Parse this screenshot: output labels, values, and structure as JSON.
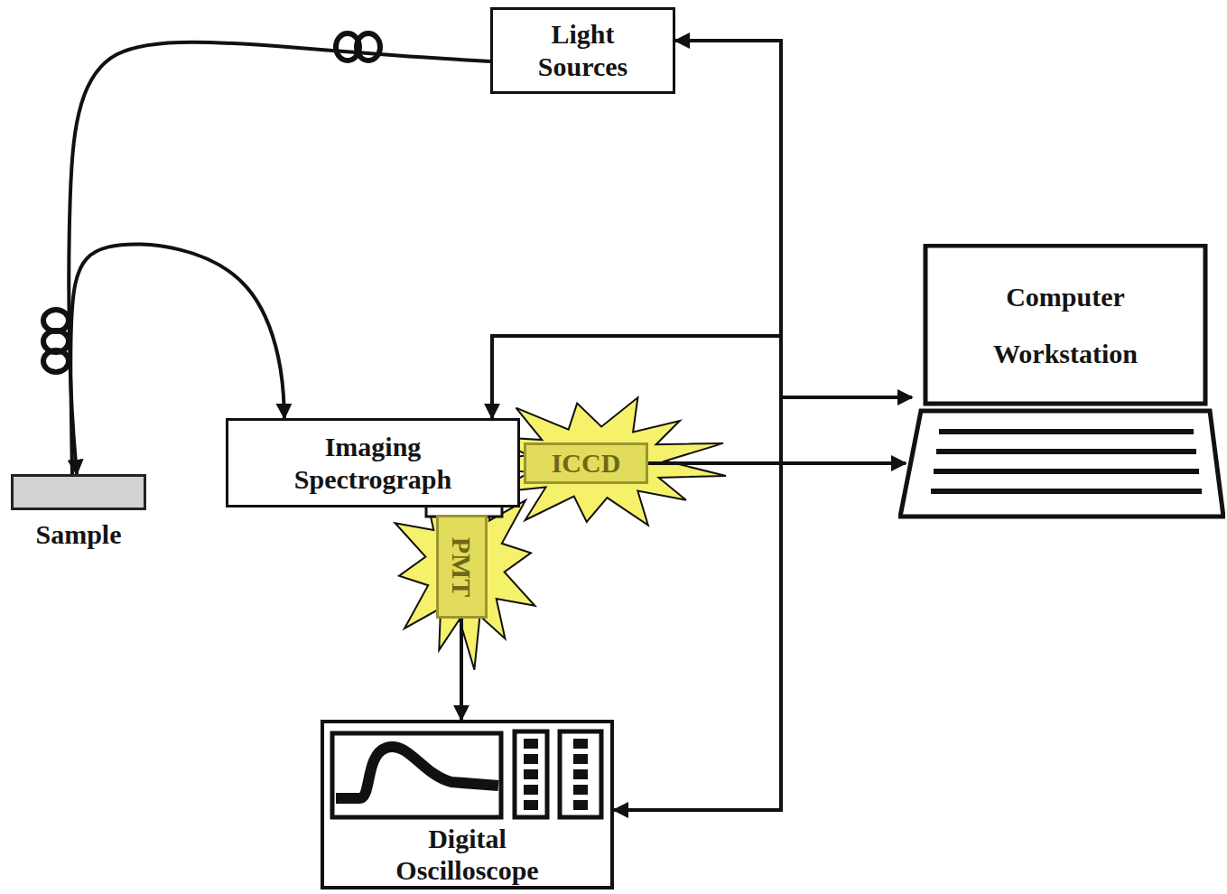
{
  "diagram": {
    "nodes": [
      {
        "text": [
          "Light Sources"
        ]
      },
      {
        "text": [
          "Computer Workstation"
        ]
      },
      {
        "text": [
          "Imaging Spectrograph"
        ]
      },
      {
        "text": [
          "ICCD"
        ]
      },
      {
        "text": [
          "Sample"
        ]
      },
      {
        "text": [
          "PMT"
        ]
      },
      {
        "text": [
          "Digital Oscilloscope"
        ]
      }
    ],
    "edges": [
      {
        "from": 0,
        "to": 4,
        "arrow": "to"
      },
      {
        "from": 4,
        "to": 2,
        "arrow": "to"
      },
      {
        "from": 1,
        "to": 0,
        "arrow": "to"
      },
      {
        "from": 1,
        "to": 2,
        "arrow": "both"
      },
      {
        "from": 1,
        "to": 6,
        "arrow": "to"
      },
      {
        "from": 3,
        "to": 1,
        "arrow": "to"
      },
      {
        "from": 5,
        "to": 6,
        "arrow": "to"
      }
    ]
  }
}
